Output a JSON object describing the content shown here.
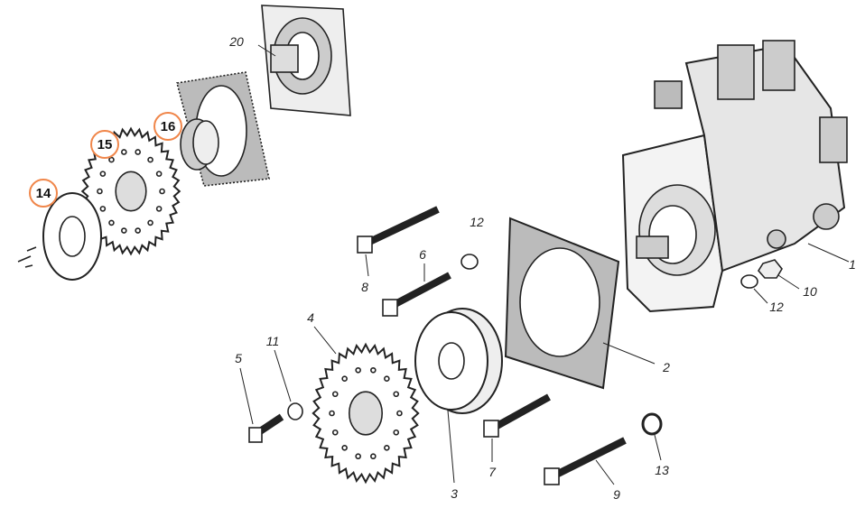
{
  "diagram": {
    "callouts_highlighted": [
      "14",
      "15",
      "16"
    ],
    "highlight_color": "#f0864a",
    "labels": {
      "p20": "20",
      "p12a": "12",
      "p8": "8",
      "p6": "6",
      "p1": "1",
      "p10": "10",
      "p12b": "12",
      "p4": "4",
      "p11": "11",
      "p5": "5",
      "p3": "3",
      "p7": "7",
      "p2": "2",
      "p13": "13",
      "p9": "9"
    },
    "circled": {
      "c14": "14",
      "c15": "15",
      "c16": "16"
    }
  }
}
